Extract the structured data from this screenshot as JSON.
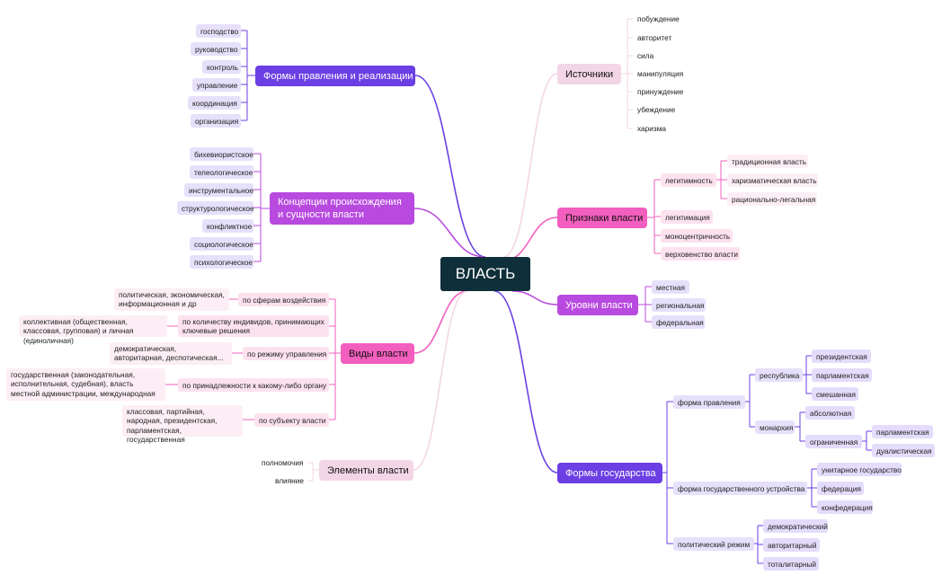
{
  "root": "ВЛАСТЬ",
  "branches": {
    "forms_rule": {
      "title": "Формы правления и реализации",
      "items": [
        "господство",
        "руководство",
        "контроль",
        "управление",
        "координация",
        "организация"
      ]
    },
    "concepts": {
      "title": "Концепции происхождения и сущности власти",
      "items": [
        "бихевиористское",
        "телеологическое",
        "инструментальное",
        "структурологическое",
        "конфликтное",
        "социологическое",
        "психологическое"
      ]
    },
    "types": {
      "title": "Виды власти",
      "groups": [
        {
          "label": "по сферам воздействия",
          "desc": "политическая, экономическая, информационная и др"
        },
        {
          "label": "по количеству индивидов, принимающих ключевые решения",
          "desc": "коллективная (общественная, классовая, групповая) и личная (единоличная)"
        },
        {
          "label": "по режиму управления",
          "desc": "демократическая, авторитарная, деспотическая..."
        },
        {
          "label": "по принадлежности к какому-либо органу",
          "desc": "государственная (законодательная, исполнительная, судебная), власть местной администрации, международная"
        },
        {
          "label": "по субъекту власти",
          "desc": "классовая, партийная, народная, президентская, парламентская, государственная"
        }
      ]
    },
    "elements": {
      "title": "Элементы власти",
      "items": [
        "полномочия",
        "влияние"
      ]
    },
    "sources": {
      "title": "Источники",
      "items": [
        "побуждение",
        "авторитет",
        "сила",
        "манипуляция",
        "принуждение",
        "убеждение",
        "харизма"
      ]
    },
    "signs": {
      "title": "Признаки власти",
      "legitimacy": "легитимность",
      "legitimacy_items": [
        "традиционная власть",
        "харизматическая власть",
        "рационально-легальная"
      ],
      "items": [
        "легитимация",
        "моноцентричность",
        "верховенство власти"
      ]
    },
    "levels": {
      "title": "Уровни власти",
      "items": [
        "местная",
        "региональная",
        "федеральная"
      ]
    },
    "state_forms": {
      "title": "Формы государства",
      "government": "форма правления",
      "republic": "республика",
      "republic_items": [
        "президентская",
        "парламентская",
        "смешанная"
      ],
      "monarchy": "монархия",
      "absolute": "абсолютная",
      "limited": "ограниченная",
      "limited_items": [
        "парламентская",
        "дуалистическая"
      ],
      "structure": "форма государственного устройства",
      "structure_items": [
        "унитарное государство",
        "федерация",
        "конфедерация"
      ],
      "regime": "политический режим",
      "regime_items": [
        "демократический",
        "авторитарный",
        "тоталитарный"
      ]
    }
  },
  "colors": {
    "root": "#0f2f3a",
    "purple": "#6b3fe3",
    "magenta": "#b84adf",
    "pink": "#f25fbe",
    "light_pink": "#f3d6e6",
    "leaf_lavender": "#e6e0fb",
    "leaf_pink": "#fce2ef"
  }
}
